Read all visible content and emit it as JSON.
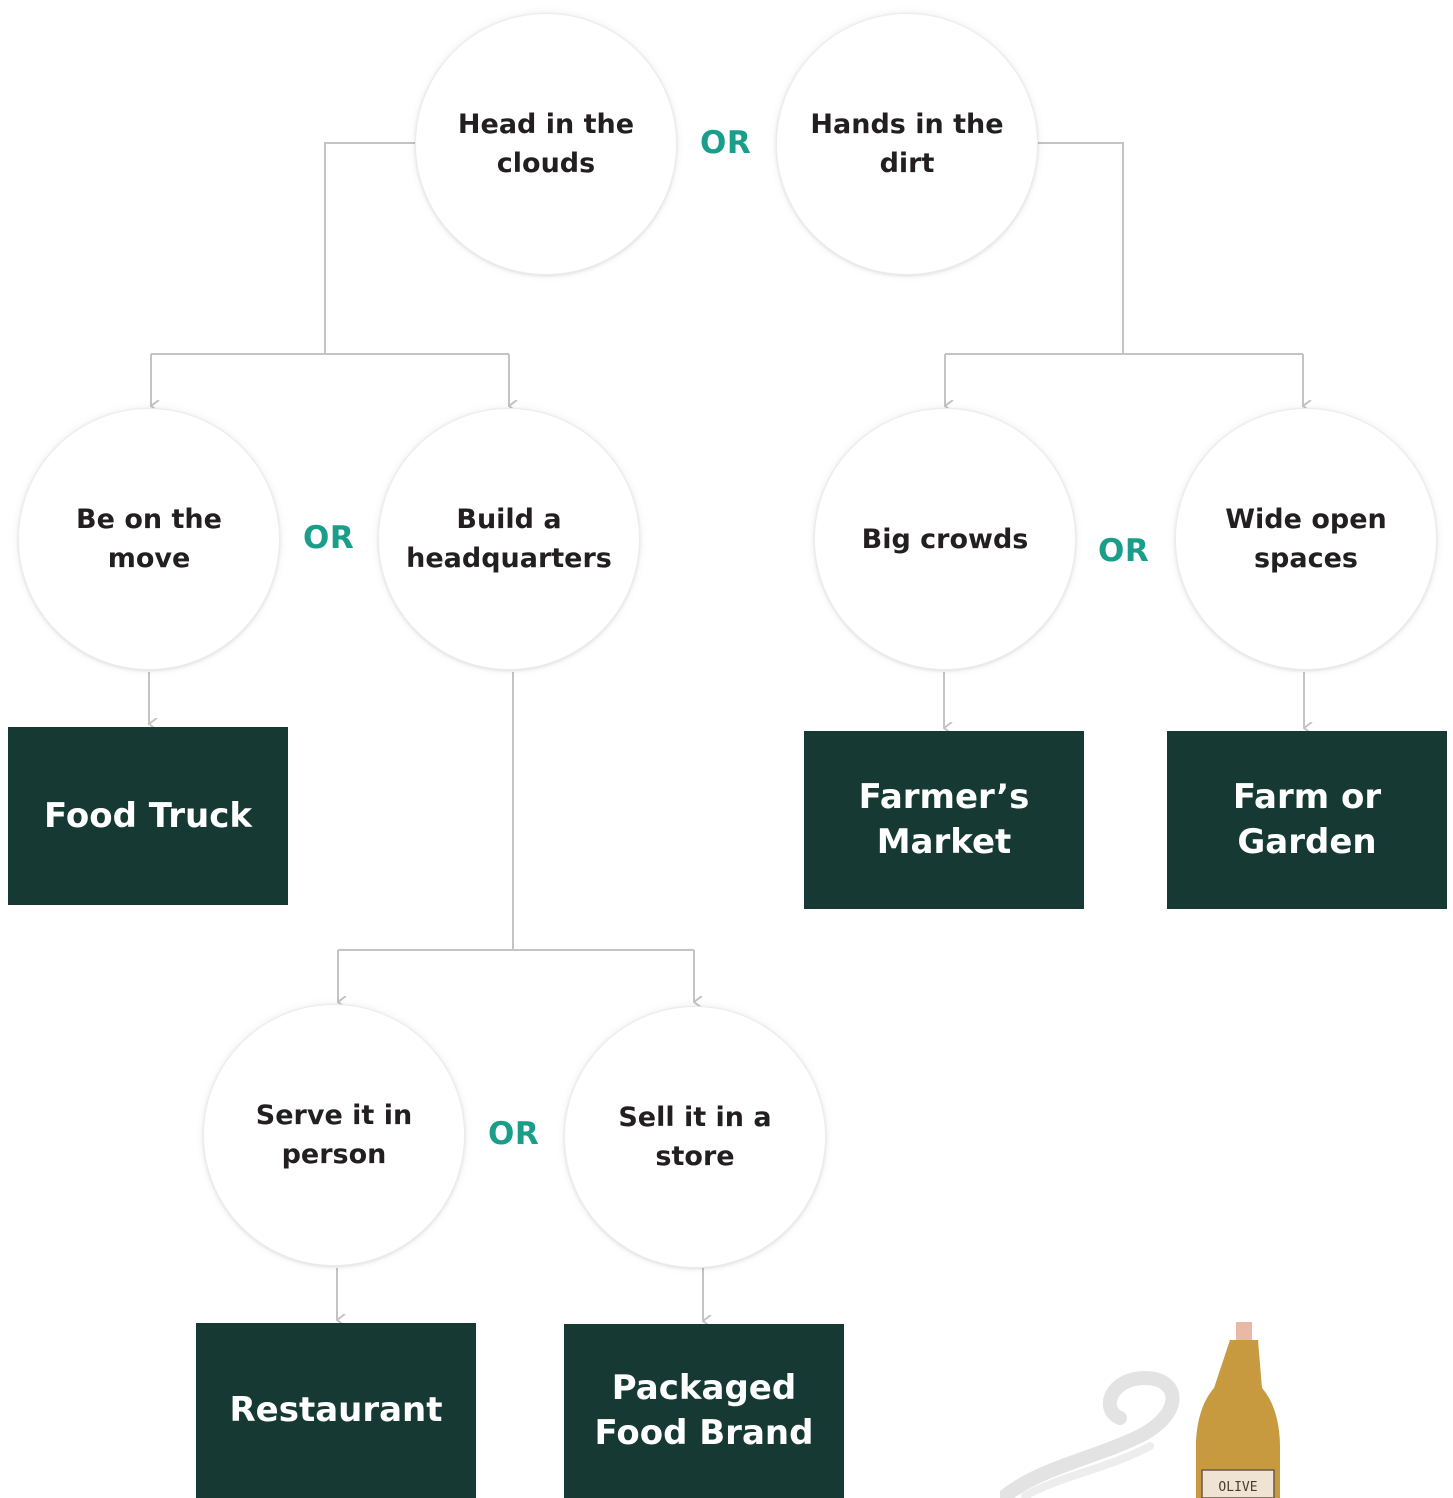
{
  "colors": {
    "connector": "#c4c4c4",
    "or_text": "#1a9e8a",
    "result_box": "#163a33",
    "choice_text": "#231f20",
    "result_text": "#ffffff"
  },
  "choices": {
    "head_in_clouds": "Head in the clouds",
    "hands_in_dirt": "Hands in the dirt",
    "be_on_move": "Be on the move",
    "build_headquarters": "Build a headquarters",
    "big_crowds": "Big crowds",
    "wide_open_spaces": "Wide open spaces",
    "serve_in_person": "Serve it in person",
    "sell_in_store": "Sell it in a store"
  },
  "or_label": "OR",
  "results": {
    "food_truck": "Food Truck",
    "farmers_market": "Farmer’s Market",
    "farm_or_garden": "Farm or Garden",
    "restaurant": "Restaurant",
    "packaged_food_brand": "Packaged Food Brand"
  },
  "illustration": {
    "bottle_label": "OLIVE",
    "icon": "olive-oil-bottle-icon"
  }
}
